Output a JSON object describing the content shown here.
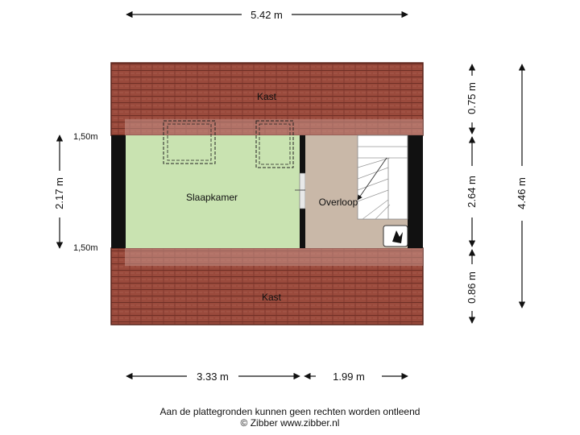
{
  "dimensions": {
    "top_width": "5.42 m",
    "bottom_left": "3.33 m",
    "bottom_right": "1.99 m",
    "left_height": "2.17 m",
    "left_level_top": "1,50m",
    "left_level_bottom": "1,50m",
    "right_top": "0.75 m",
    "right_middle": "2.64 m",
    "right_bottom": "0.86 m",
    "right_total": "4.46 m"
  },
  "rooms": {
    "kast_top": "Kast",
    "kast_bottom": "Kast",
    "bedroom": "Slaapkamer",
    "landing": "Overloop"
  },
  "footer": {
    "disclaimer": "Aan de plattegronden kunnen geen rechten worden ontleend",
    "copyright": "© Zibber www.zibber.nl"
  },
  "colors": {
    "roof": "#9a4a3c",
    "bedroom": "#c9e3b1",
    "landing": "#c9b8a8",
    "wall": "#111111"
  }
}
